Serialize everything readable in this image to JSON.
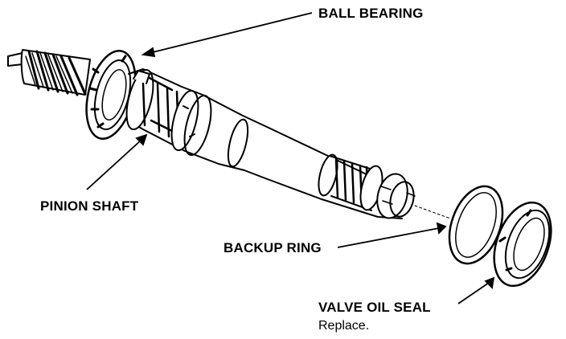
{
  "labels": {
    "ball_bearing": "BALL BEARING",
    "pinion_shaft": "PINION SHAFT",
    "backup_ring": "BACKUP RING",
    "valve_oil_seal": "VALVE OIL SEAL",
    "replace_note": "Replace."
  },
  "colors": {
    "ink": "#000000",
    "paper": "#ffffff"
  }
}
